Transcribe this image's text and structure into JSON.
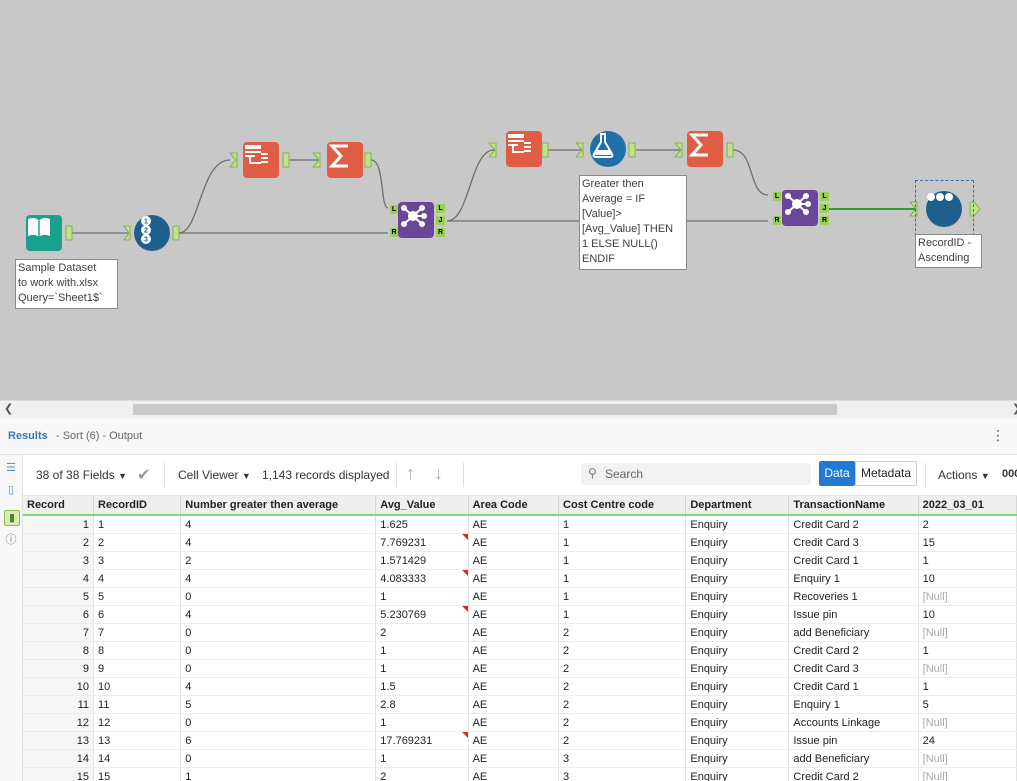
{
  "canvas": {
    "notes": {
      "input": [
        "Sample Dataset",
        "to work with.xlsx",
        "Query=`Sheet1$`"
      ],
      "formula": [
        "Greater then",
        "Average = IF",
        "[Value]>",
        "[Avg_Value] THEN",
        "1 ELSE NULL()",
        "ENDIF"
      ],
      "sort": [
        "RecordID -",
        "Ascending"
      ]
    },
    "tools": [
      {
        "name": "input-data-tool",
        "icon": "book-icon",
        "color": "#1aa08f"
      },
      {
        "name": "record-id-tool",
        "icon": "numbered-list-icon",
        "color": "#1f5f8b"
      },
      {
        "name": "select-tool-1",
        "icon": "select-icon",
        "color": "#e05d43"
      },
      {
        "name": "summarize-tool-1",
        "icon": "sigma-icon",
        "color": "#e05d43"
      },
      {
        "name": "join-tool-1",
        "icon": "join-icon",
        "color": "#6a4598"
      },
      {
        "name": "select-tool-2",
        "icon": "select-icon",
        "color": "#e05d43"
      },
      {
        "name": "formula-tool",
        "icon": "flask-icon",
        "color": "#1f6fa8"
      },
      {
        "name": "summarize-tool-2",
        "icon": "sigma-icon",
        "color": "#e05d43"
      },
      {
        "name": "join-tool-2",
        "icon": "join-icon",
        "color": "#6a4598"
      },
      {
        "name": "sort-tool",
        "icon": "dots-icon",
        "color": "#1f5f8b"
      }
    ],
    "anchor_labels": {
      "left": "L",
      "join": "J",
      "right": "R"
    }
  },
  "results": {
    "title": "Results",
    "subtitle": "- Sort (6) - Output",
    "more_icon": "kebab-icon"
  },
  "toolbar": {
    "fields": "38 of 38 Fields",
    "cell_viewer": "Cell Viewer",
    "records_displayed": "1,143 records displayed",
    "search_placeholder": "Search",
    "data_button": "Data",
    "metadata_button": "Metadata",
    "actions": "Actions",
    "extra": "000"
  },
  "table": {
    "columns": [
      "Record",
      "RecordID",
      "Number greater then average",
      "Avg_Value",
      "Area Code",
      "Cost Centre code",
      "Department",
      "TransactionName",
      "2022_03_01"
    ],
    "rows": [
      [
        "1",
        "1",
        "4",
        "1.625",
        "AE",
        "1",
        "Enquiry",
        "Credit Card 2",
        "2"
      ],
      [
        "2",
        "2",
        "4",
        "7.769231",
        "AE",
        "1",
        "Enquiry",
        "Credit Card 3",
        "15"
      ],
      [
        "3",
        "3",
        "2",
        "1.571429",
        "AE",
        "1",
        "Enquiry",
        "Credit Card 1",
        "1"
      ],
      [
        "4",
        "4",
        "4",
        "4.083333",
        "AE",
        "1",
        "Enquiry",
        "Enquiry 1",
        "10"
      ],
      [
        "5",
        "5",
        "0",
        "1",
        "AE",
        "1",
        "Enquiry",
        "Recoveries 1",
        "[Null]"
      ],
      [
        "6",
        "6",
        "4",
        "5.230769",
        "AE",
        "1",
        "Enquiry",
        "Issue pin",
        "10"
      ],
      [
        "7",
        "7",
        "0",
        "2",
        "AE",
        "2",
        "Enquiry",
        "add Beneficiary",
        "[Null]"
      ],
      [
        "8",
        "8",
        "0",
        "1",
        "AE",
        "2",
        "Enquiry",
        "Credit Card 2",
        "1"
      ],
      [
        "9",
        "9",
        "0",
        "1",
        "AE",
        "2",
        "Enquiry",
        "Credit Card 3",
        "[Null]"
      ],
      [
        "10",
        "10",
        "4",
        "1.5",
        "AE",
        "2",
        "Enquiry",
        "Credit Card 1",
        "1"
      ],
      [
        "11",
        "11",
        "5",
        "2.8",
        "AE",
        "2",
        "Enquiry",
        "Enquiry 1",
        "5"
      ],
      [
        "12",
        "12",
        "0",
        "1",
        "AE",
        "2",
        "Enquiry",
        "Accounts Linkage",
        "[Null]"
      ],
      [
        "13",
        "13",
        "6",
        "17.769231",
        "AE",
        "2",
        "Enquiry",
        "Issue pin",
        "24"
      ],
      [
        "14",
        "14",
        "0",
        "1",
        "AE",
        "3",
        "Enquiry",
        "add Beneficiary",
        "[Null]"
      ],
      [
        "15",
        "15",
        "1",
        "2",
        "AE",
        "3",
        "Enquiry",
        "Credit Card 2",
        "[Null]"
      ]
    ],
    "flagged_avg_rows": [
      1,
      3,
      5,
      12
    ]
  }
}
